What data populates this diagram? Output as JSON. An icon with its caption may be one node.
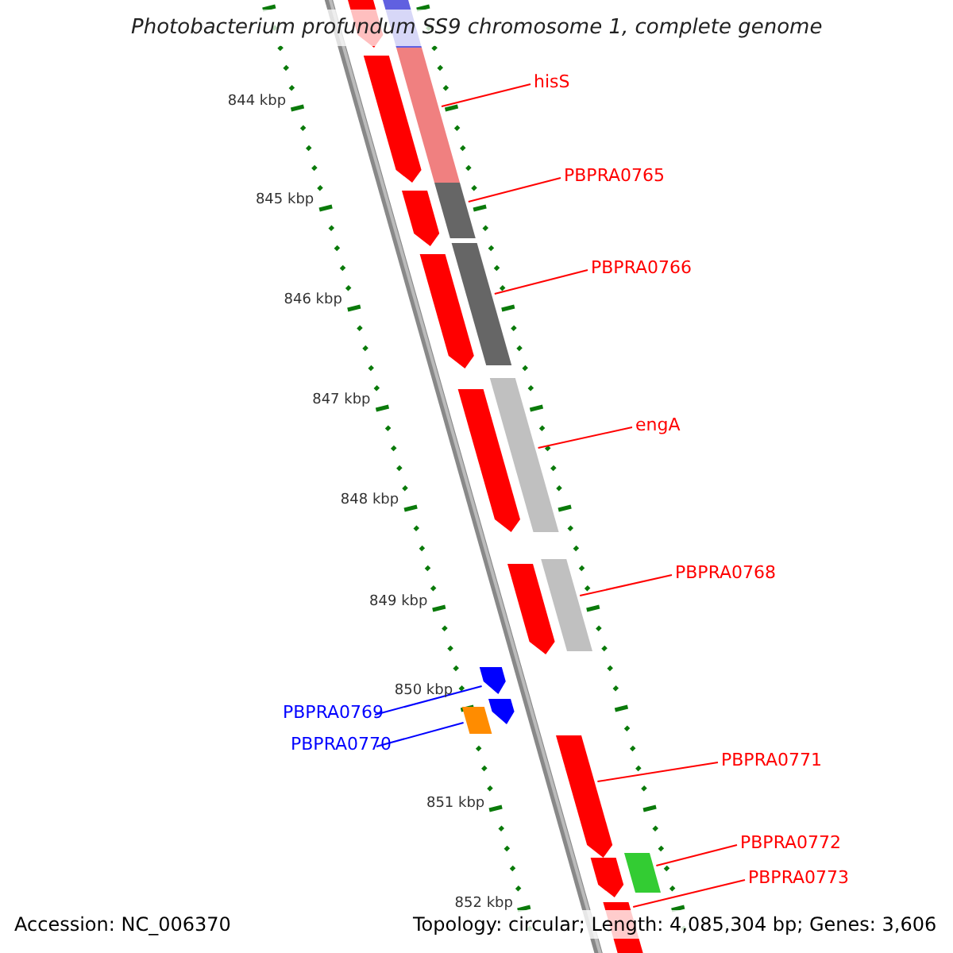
{
  "diagram": {
    "title": "Photobacterium profundum SS9 chromosome 1, complete genome",
    "nodes": [
      {
        "text": [
          "hisS"
        ]
      },
      {
        "text": [
          "PBPRA0765"
        ]
      },
      {
        "text": [
          "PBPRA0766"
        ]
      },
      {
        "text": [
          "engA"
        ]
      },
      {
        "text": [
          "PBPRA0768"
        ]
      },
      {
        "text": [
          "PBPRA0769"
        ]
      },
      {
        "text": [
          "PBPRA0770"
        ]
      },
      {
        "text": [
          "PBPRA0771"
        ]
      },
      {
        "text": [
          "PBPRA0772"
        ]
      },
      {
        "text": [
          "PBPRA0773"
        ]
      },
      {
        "text": [],
        "shape": "pentagon"
      },
      {
        "text": [],
        "shape": "bar"
      },
      {
        "text": [],
        "shape": "bar"
      },
      {
        "text": [],
        "shape": "pentagon"
      },
      {
        "text": [],
        "shape": "bar"
      },
      {
        "text": [],
        "shape": "pentagon"
      },
      {
        "text": [],
        "shape": "bar"
      },
      {
        "text": [],
        "shape": "pentagon"
      },
      {
        "text": [],
        "shape": "bar"
      },
      {
        "text": [],
        "shape": "pentagon"
      },
      {
        "text": [],
        "shape": "bar"
      },
      {
        "text": [],
        "shape": "pentagon"
      },
      {
        "text": [],
        "shape": "pentagon"
      },
      {
        "text": [],
        "shape": "pentagon"
      },
      {
        "text": [],
        "shape": "bar"
      },
      {
        "text": [],
        "shape": "pentagon"
      },
      {
        "text": [],
        "shape": "bar"
      },
      {
        "text": [],
        "shape": "pentagon"
      },
      {
        "text": [],
        "shape": "pentagon"
      }
    ],
    "edges": [
      {
        "from": 0,
        "to": 12,
        "arrow": "none"
      },
      {
        "from": 1,
        "to": 14,
        "arrow": "none"
      },
      {
        "from": 2,
        "to": 16,
        "arrow": "none"
      },
      {
        "from": 3,
        "to": 18,
        "arrow": "none"
      },
      {
        "from": 4,
        "to": 20,
        "arrow": "none"
      },
      {
        "from": 5,
        "to": 22,
        "arrow": "none",
        "color": "#0000ff"
      },
      {
        "from": 6,
        "to": 24,
        "arrow": "none",
        "color": "#0000ff"
      },
      {
        "from": 7,
        "to": 25,
        "arrow": "none"
      },
      {
        "from": 8,
        "to": 26,
        "arrow": "none"
      },
      {
        "from": 9,
        "to": 28,
        "arrow": "none"
      }
    ],
    "labels": [
      "844 kbp",
      "845 kbp",
      "846 kbp",
      "847 kbp",
      "848 kbp",
      "849 kbp",
      "850 kbp",
      "851 kbp",
      "852 kbp",
      "Accession: NC_006370",
      "Topology: circular; Length: 4,085,304 bp; Genes: 3,606"
    ]
  }
}
